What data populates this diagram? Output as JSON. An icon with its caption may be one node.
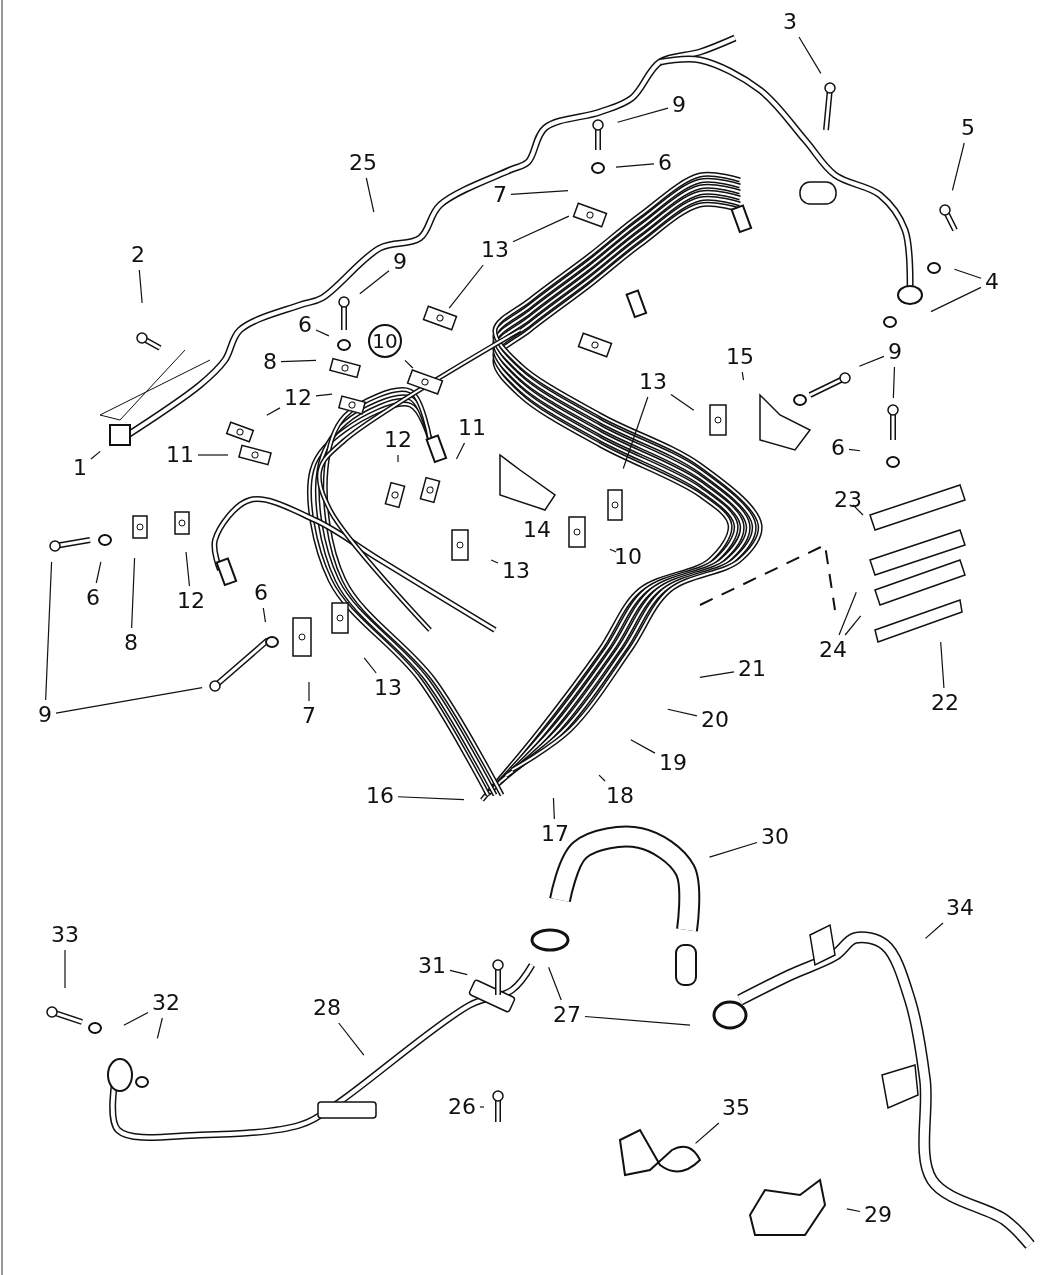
{
  "diagram": {
    "nodes": [
      {
        "text": [
          "3"
        ]
      },
      {
        "text": [
          "9"
        ]
      },
      {
        "text": [
          "5"
        ]
      },
      {
        "text": [
          "25"
        ]
      },
      {
        "text": [
          "6"
        ]
      },
      {
        "text": [
          "7"
        ]
      },
      {
        "text": [
          "13"
        ]
      },
      {
        "text": [
          "2"
        ]
      },
      {
        "text": [
          "9"
        ]
      },
      {
        "text": [
          "4"
        ]
      },
      {
        "text": [
          "6"
        ]
      },
      {
        "text": [
          "10"
        ]
      },
      {
        "text": [
          "9"
        ]
      },
      {
        "text": [
          "15"
        ]
      },
      {
        "text": [
          "8"
        ]
      },
      {
        "text": [
          "12"
        ]
      },
      {
        "text": [
          "13"
        ]
      },
      {
        "text": [
          "12"
        ]
      },
      {
        "text": [
          "11"
        ]
      },
      {
        "text": [
          "6"
        ]
      },
      {
        "text": [
          "11"
        ]
      },
      {
        "text": [
          "1"
        ]
      },
      {
        "text": [
          "23"
        ]
      },
      {
        "text": [
          "14"
        ]
      },
      {
        "text": [
          "10"
        ]
      },
      {
        "text": [
          "13"
        ]
      },
      {
        "text": [
          "6"
        ]
      },
      {
        "text": [
          "12"
        ]
      },
      {
        "text": [
          "6"
        ]
      },
      {
        "text": [
          "8"
        ]
      },
      {
        "text": [
          "24"
        ]
      },
      {
        "text": [
          "21"
        ]
      },
      {
        "text": [
          "22"
        ]
      },
      {
        "text": [
          "13"
        ]
      },
      {
        "text": [
          "9"
        ]
      },
      {
        "text": [
          "7"
        ]
      },
      {
        "text": [
          "20"
        ]
      },
      {
        "text": [
          "19"
        ]
      },
      {
        "text": [
          "16"
        ]
      },
      {
        "text": [
          "18"
        ]
      },
      {
        "text": [
          "17"
        ]
      },
      {
        "text": [
          "30"
        ]
      },
      {
        "text": [
          "34"
        ]
      },
      {
        "text": [
          "33"
        ]
      },
      {
        "text": [
          "31"
        ]
      },
      {
        "text": [
          "32"
        ]
      },
      {
        "text": [
          "28"
        ]
      },
      {
        "text": [
          "27"
        ]
      },
      {
        "text": [
          "26"
        ]
      },
      {
        "text": [
          "35"
        ]
      },
      {
        "text": [
          "29"
        ]
      }
    ],
    "edges": [
      {
        "from": 0,
        "to": null,
        "arrow": "none"
      },
      {
        "from": 1,
        "to": null,
        "arrow": "none"
      },
      {
        "from": 2,
        "to": null,
        "arrow": "none"
      },
      {
        "from": 3,
        "to": null,
        "arrow": "none"
      },
      {
        "from": 4,
        "to": null,
        "arrow": "none"
      },
      {
        "from": 5,
        "to": null,
        "arrow": "none"
      },
      {
        "from": 6,
        "to": null,
        "arrow": "none"
      },
      {
        "from": 6,
        "to": null,
        "arrow": "none"
      },
      {
        "from": 7,
        "to": null,
        "arrow": "none"
      },
      {
        "from": 8,
        "to": null,
        "arrow": "none"
      },
      {
        "from": 9,
        "to": null,
        "arrow": "none"
      },
      {
        "from": 9,
        "to": null,
        "arrow": "none"
      },
      {
        "from": 10,
        "to": null,
        "arrow": "none"
      },
      {
        "from": 11,
        "to": null,
        "arrow": "none"
      },
      {
        "from": 12,
        "to": null,
        "arrow": "none"
      },
      {
        "from": 12,
        "to": null,
        "arrow": "none"
      },
      {
        "from": 13,
        "to": null,
        "arrow": "none"
      },
      {
        "from": 14,
        "to": null,
        "arrow": "none"
      },
      {
        "from": 15,
        "to": null,
        "arrow": "none"
      },
      {
        "from": 15,
        "to": null,
        "arrow": "none"
      },
      {
        "from": 16,
        "to": null,
        "arrow": "none"
      },
      {
        "from": 16,
        "to": null,
        "arrow": "none"
      },
      {
        "from": 17,
        "to": null,
        "arrow": "none"
      },
      {
        "from": 18,
        "to": null,
        "arrow": "none"
      },
      {
        "from": 19,
        "to": null,
        "arrow": "none"
      },
      {
        "from": 20,
        "to": null,
        "arrow": "none"
      },
      {
        "from": 21,
        "to": null,
        "arrow": "none"
      },
      {
        "from": 22,
        "to": null,
        "arrow": "none"
      },
      {
        "from": 24,
        "to": null,
        "arrow": "none"
      },
      {
        "from": 25,
        "to": null,
        "arrow": "none"
      },
      {
        "from": 26,
        "to": null,
        "arrow": "none"
      },
      {
        "from": 27,
        "to": null,
        "arrow": "none"
      },
      {
        "from": 28,
        "to": null,
        "arrow": "none"
      },
      {
        "from": 29,
        "to": null,
        "arrow": "none"
      },
      {
        "from": 30,
        "to": null,
        "arrow": "none"
      },
      {
        "from": 30,
        "to": null,
        "arrow": "none"
      },
      {
        "from": 31,
        "to": null,
        "arrow": "none"
      },
      {
        "from": 32,
        "to": null,
        "arrow": "none"
      },
      {
        "from": 33,
        "to": null,
        "arrow": "none"
      },
      {
        "from": 34,
        "to": null,
        "arrow": "none"
      },
      {
        "from": 34,
        "to": null,
        "arrow": "none"
      },
      {
        "from": 35,
        "to": null,
        "arrow": "none"
      },
      {
        "from": 36,
        "to": null,
        "arrow": "none"
      },
      {
        "from": 37,
        "to": null,
        "arrow": "none"
      },
      {
        "from": 38,
        "to": null,
        "arrow": "none"
      },
      {
        "from": 39,
        "to": null,
        "arrow": "none"
      },
      {
        "from": 40,
        "to": null,
        "arrow": "none"
      },
      {
        "from": 41,
        "to": null,
        "arrow": "none"
      },
      {
        "from": 42,
        "to": null,
        "arrow": "none"
      },
      {
        "from": 43,
        "to": null,
        "arrow": "none"
      },
      {
        "from": 44,
        "to": null,
        "arrow": "none"
      },
      {
        "from": 45,
        "to": null,
        "arrow": "none"
      },
      {
        "from": 45,
        "to": null,
        "arrow": "none"
      },
      {
        "from": 46,
        "to": null,
        "arrow": "none"
      },
      {
        "from": 47,
        "to": null,
        "arrow": "none"
      },
      {
        "from": 47,
        "to": null,
        "arrow": "none"
      },
      {
        "from": 48,
        "to": null,
        "arrow": "none"
      },
      {
        "from": 49,
        "to": null,
        "arrow": "none"
      },
      {
        "from": 50,
        "to": null,
        "arrow": "none"
      }
    ]
  }
}
